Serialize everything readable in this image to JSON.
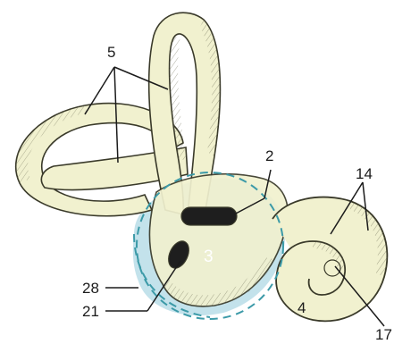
{
  "diagram": {
    "labels": {
      "l5": "5",
      "l2": "2",
      "l14": "14",
      "l3": "3",
      "l28": "28",
      "l21": "21",
      "l4": "4",
      "l17": "17"
    },
    "colors": {
      "bone": "#f1f1cf",
      "bone_shade": "#d8d9a8",
      "outline": "#3a3a2a",
      "hatch": "#6d6d55",
      "sac_fill": "#b9dde8",
      "sac_dash": "#3c9aa8",
      "hole": "#1e1e1e"
    }
  }
}
